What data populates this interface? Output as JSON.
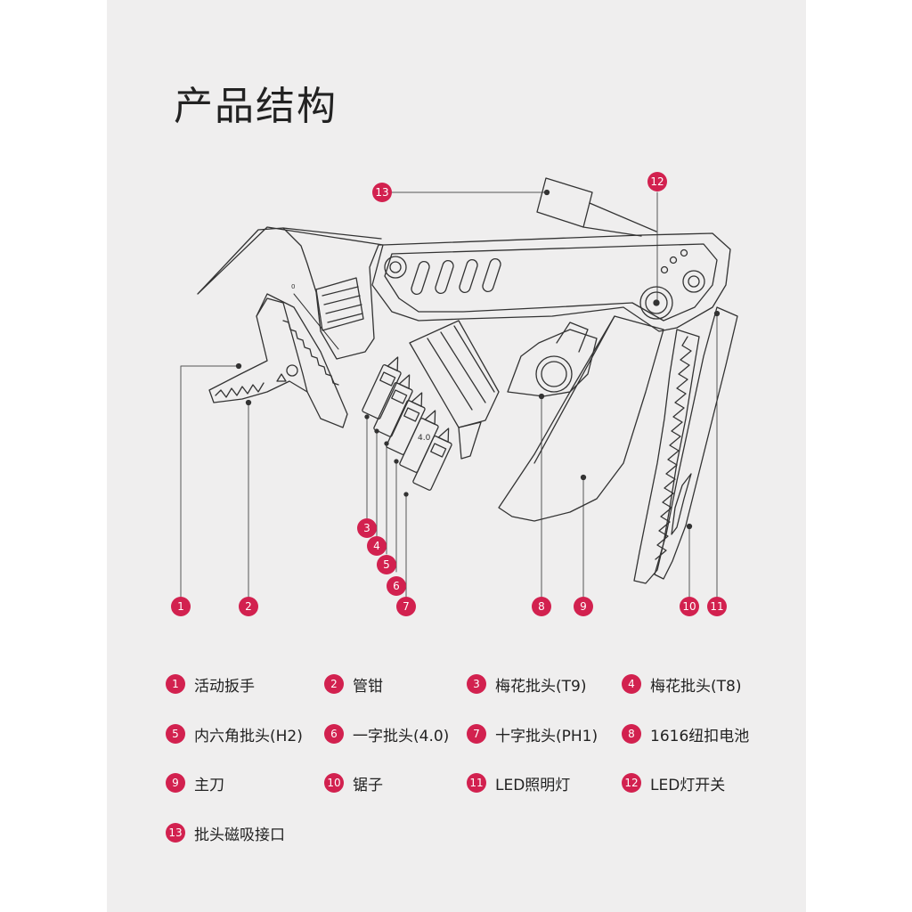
{
  "title": "产品结构",
  "accent_color": "#d2214f",
  "callouts": [
    "1",
    "2",
    "3",
    "4",
    "5",
    "6",
    "7",
    "8",
    "9",
    "10",
    "11",
    "12",
    "13"
  ],
  "bit_labels": [
    "4.0"
  ],
  "legend": [
    {
      "num": "1",
      "label": "活动扳手"
    },
    {
      "num": "2",
      "label": "管钳"
    },
    {
      "num": "3",
      "label": "梅花批头(T9)"
    },
    {
      "num": "4",
      "label": "梅花批头(T8)"
    },
    {
      "num": "5",
      "label": "内六角批头(H2)"
    },
    {
      "num": "6",
      "label": "一字批头(4.0)"
    },
    {
      "num": "7",
      "label": "十字批头(PH1)"
    },
    {
      "num": "8",
      "label": "1616纽扣电池"
    },
    {
      "num": "9",
      "label": "主刀"
    },
    {
      "num": "10",
      "label": "锯子"
    },
    {
      "num": "11",
      "label": "LED照明灯"
    },
    {
      "num": "12",
      "label": "LED灯开关"
    },
    {
      "num": "13",
      "label": "批头磁吸接口"
    }
  ]
}
